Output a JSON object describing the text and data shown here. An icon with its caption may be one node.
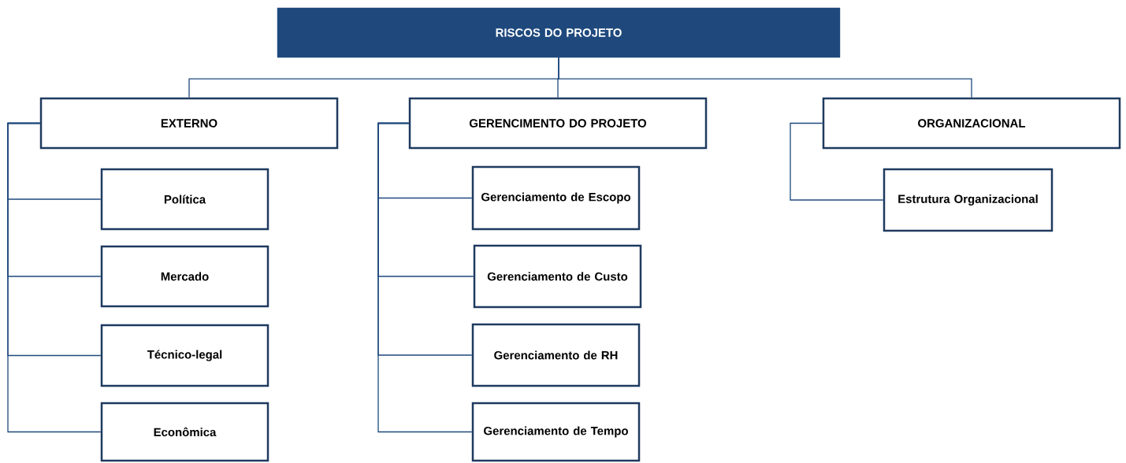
{
  "diagram": {
    "nodes": [
      {
        "text": [
          "RISCOS DO PROJETO"
        ]
      },
      {
        "text": [
          "EXTERNO"
        ]
      },
      {
        "text": [
          "Política"
        ]
      },
      {
        "text": [
          "Mercado"
        ]
      },
      {
        "text": [
          "Técnico-legal"
        ]
      },
      {
        "text": [
          "Econômica"
        ]
      },
      {
        "text": [
          "GERENCIMENTO DO PROJETO"
        ]
      },
      {
        "text": [
          "Gerenciamento de Escopo"
        ]
      },
      {
        "text": [
          "Gerenciamento de Custo"
        ]
      },
      {
        "text": [
          "Gerenciamento de RH"
        ]
      },
      {
        "text": [
          "Gerenciamento de Tempo"
        ]
      },
      {
        "text": [
          "ORGANIZACIONAL"
        ]
      },
      {
        "text": [
          "Estrutura Organizacional"
        ]
      }
    ],
    "edges": [
      {
        "from": 0,
        "to": 1,
        "arrow": "none"
      },
      {
        "from": 0,
        "to": 6,
        "arrow": "none"
      },
      {
        "from": 0,
        "to": 11,
        "arrow": "none"
      },
      {
        "from": 1,
        "to": 2,
        "arrow": "none"
      },
      {
        "from": 1,
        "to": 3,
        "arrow": "none"
      },
      {
        "from": 1,
        "to": 4,
        "arrow": "none"
      },
      {
        "from": 1,
        "to": 5,
        "arrow": "none"
      },
      {
        "from": 6,
        "to": 7,
        "arrow": "none"
      },
      {
        "from": 6,
        "to": 8,
        "arrow": "none"
      },
      {
        "from": 6,
        "to": 9,
        "arrow": "none"
      },
      {
        "from": 6,
        "to": 10,
        "arrow": "none"
      },
      {
        "from": 11,
        "to": 12,
        "arrow": "none"
      }
    ]
  }
}
